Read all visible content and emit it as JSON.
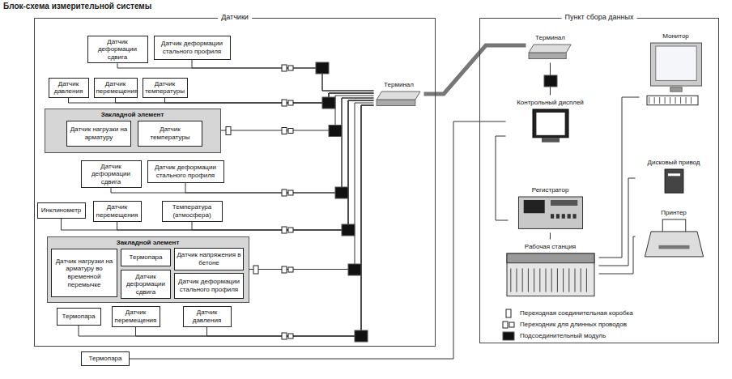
{
  "diagram": {
    "title": "Блок-схема измерительной системы",
    "nodes": [
      {
        "text": [
          "Датчики"
        ]
      },
      {
        "text": [
          "Датчик деформации сдвига"
        ],
        "in": 0
      },
      {
        "text": [
          "Датчик деформации стального профиля"
        ],
        "in": 0
      },
      {
        "text": [
          "Датчик давления"
        ],
        "in": 0
      },
      {
        "text": [
          "Датчик перемещения"
        ],
        "in": 0
      },
      {
        "text": [
          "Датчик температуры"
        ],
        "in": 0
      },
      {
        "text": [
          "Закладной элемент"
        ],
        "in": 0
      },
      {
        "text": [
          "Датчик нагрузки на арматуру"
        ],
        "in": 6
      },
      {
        "text": [
          "Датчик температуры"
        ],
        "in": 6
      },
      {
        "text": [
          "Датчик деформации сдвига"
        ],
        "in": 0
      },
      {
        "text": [
          "Датчик деформации стального профиля"
        ],
        "in": 0
      },
      {
        "text": [
          "Инклинометр"
        ],
        "in": 0
      },
      {
        "text": [
          "Датчик перемещения"
        ],
        "in": 0
      },
      {
        "text": [
          "Температура (атмосфера)"
        ],
        "in": 0
      },
      {
        "text": [
          "Закладной элемент"
        ],
        "in": 0
      },
      {
        "text": [
          "Датчик нагрузки на арматуру во временной перемычке"
        ],
        "in": 14
      },
      {
        "text": [
          "Термопара"
        ],
        "in": 14
      },
      {
        "text": [
          "Датчик напряжения в бетоне"
        ],
        "in": 14
      },
      {
        "text": [
          "Датчик деформации сдвига"
        ],
        "in": 14
      },
      {
        "text": [
          "Датчик деформации стального профиля"
        ],
        "in": 14
      },
      {
        "text": [
          "Термопара"
        ],
        "in": 0
      },
      {
        "text": [
          "Датчик перемещения"
        ],
        "in": 0
      },
      {
        "text": [
          "Датчик давления"
        ],
        "in": 0
      },
      {
        "text": [
          "Терминал"
        ],
        "in": 0
      },
      {
        "text": [
          "Термопара"
        ]
      },
      {
        "text": [
          "Пункт сбора данных"
        ]
      },
      {
        "text": [
          "Терминал"
        ],
        "in": 25
      },
      {
        "text": [
          "Монитор"
        ],
        "in": 25
      },
      {
        "text": [
          "Контрольный дисплей"
        ],
        "in": 25
      },
      {
        "text": [
          "Дисковый привод"
        ],
        "in": 25
      },
      {
        "text": [
          "Регистратор"
        ],
        "in": 25
      },
      {
        "text": [
          "Принтер"
        ],
        "in": 25
      },
      {
        "text": [
          "Рабочая станция"
        ],
        "in": 25
      }
    ],
    "edges": [
      {
        "from": 1,
        "to": 23,
        "arrow": "none"
      },
      {
        "from": 2,
        "to": 23,
        "arrow": "none"
      },
      {
        "from": 3,
        "to": 23,
        "arrow": "none"
      },
      {
        "from": 4,
        "to": 23,
        "arrow": "none"
      },
      {
        "from": 5,
        "to": 23,
        "arrow": "none"
      },
      {
        "from": 6,
        "to": 23,
        "arrow": "none"
      },
      {
        "from": 9,
        "to": 23,
        "arrow": "none"
      },
      {
        "from": 10,
        "to": 23,
        "arrow": "none"
      },
      {
        "from": 11,
        "to": 23,
        "arrow": "none"
      },
      {
        "from": 12,
        "to": 23,
        "arrow": "none"
      },
      {
        "from": 13,
        "to": 23,
        "arrow": "none"
      },
      {
        "from": 14,
        "to": 23,
        "arrow": "none"
      },
      {
        "from": 20,
        "to": 23,
        "arrow": "none"
      },
      {
        "from": 21,
        "to": 23,
        "arrow": "none"
      },
      {
        "from": 22,
        "to": 23,
        "arrow": "none"
      },
      {
        "from": 23,
        "to": 26,
        "arrow": "none"
      },
      {
        "from": 26,
        "to": 28,
        "arrow": "none"
      },
      {
        "from": 24,
        "to": 28,
        "arrow": "none"
      },
      {
        "from": 28,
        "to": 30,
        "arrow": "none"
      },
      {
        "from": 30,
        "to": 32,
        "arrow": "none"
      },
      {
        "from": 32,
        "to": 27,
        "arrow": "none"
      },
      {
        "from": 32,
        "to": 29,
        "arrow": "none"
      },
      {
        "from": 32,
        "to": 31,
        "arrow": "none"
      }
    ],
    "legend": [
      {
        "text": "Переходная соединительная коробка"
      },
      {
        "text": "Переходник для длинных проводов"
      },
      {
        "text": "Подсоединительный модуль"
      }
    ]
  }
}
